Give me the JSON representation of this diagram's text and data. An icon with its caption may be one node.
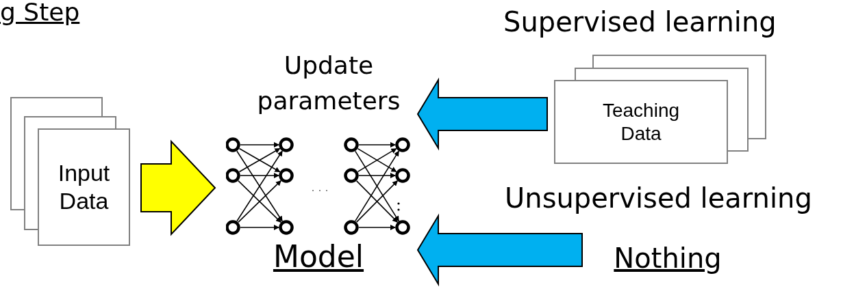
{
  "diagram": {
    "nodes": [
      {
        "text": [
          "Input Data"
        ]
      },
      {
        "text": [
          "Model"
        ]
      },
      {
        "text": [
          "Teaching Data"
        ]
      },
      {
        "text": [
          "Nothing"
        ]
      }
    ],
    "edges": [
      {
        "from": 0,
        "to": 1,
        "arrow": "to",
        "color": "#ffff00"
      },
      {
        "from": 2,
        "to": 1,
        "arrow": "to"
      },
      {
        "from": 3,
        "to": 1,
        "arrow": "to"
      }
    ],
    "labels": [
      "g Step",
      "Update parameters",
      "Supervised learning",
      "Unsupervised learning"
    ]
  }
}
